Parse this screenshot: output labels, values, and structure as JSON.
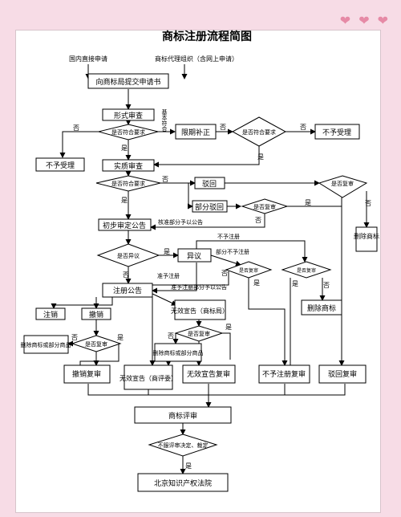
{
  "title": "商标注册流程简图",
  "labels": {
    "domestic": "国内直接申请",
    "agency": "商标代理组织（含网上申请）",
    "submit": "向商标局提交申请书",
    "formal_review": "形式审查",
    "q_conform": "是否符合要求",
    "basic_conform": "基本符合",
    "correction": "限期补正",
    "q_conform2": "是否符合要求",
    "not_accept_left": "不予受理",
    "not_accept_right": "不予受理",
    "substantive": "实质审查",
    "q_conform3": "是否符合要求",
    "reject": "驳回",
    "partial_reject": "部分驳回",
    "q_review_mid": "是否复审",
    "q_review_right": "是否复审",
    "delete_mark_right": "删除商标",
    "prelim": "初步审定公告",
    "approve_part": "核准部分予以公告",
    "q_objection": "是否异议",
    "objection": "异议",
    "not_register": "不予注册",
    "partial_not": "部分不予注册",
    "q_review_obj": "是否复审",
    "q_review_obj2": "是否复审",
    "approve_reg": "准予注册",
    "approve_reg_part": "准予注册部分予以公告",
    "reg_notice": "注册公告",
    "cancel": "注销",
    "revoke": "撤销",
    "invalid_office": "无效宣告（商标局）",
    "delete_goods": "删除商标或部分商品",
    "q_review_revoke": "是否复审",
    "q_review_invalid": "是否复审",
    "delete_goods2": "删除商标或部分商品",
    "delete_mark_mid": "删除商标",
    "revoke_review": "撤销复审",
    "invalid_board": "无效宣告（商评委）",
    "invalid_review": "无效宣告复审",
    "not_reg_review": "不予注册复审",
    "reject_review": "驳回复审",
    "tm_review": "商标评审",
    "q_dissatisfied": "不服评审决定、裁定",
    "court": "北京知识产权法院",
    "yes": "是",
    "no": "否"
  }
}
